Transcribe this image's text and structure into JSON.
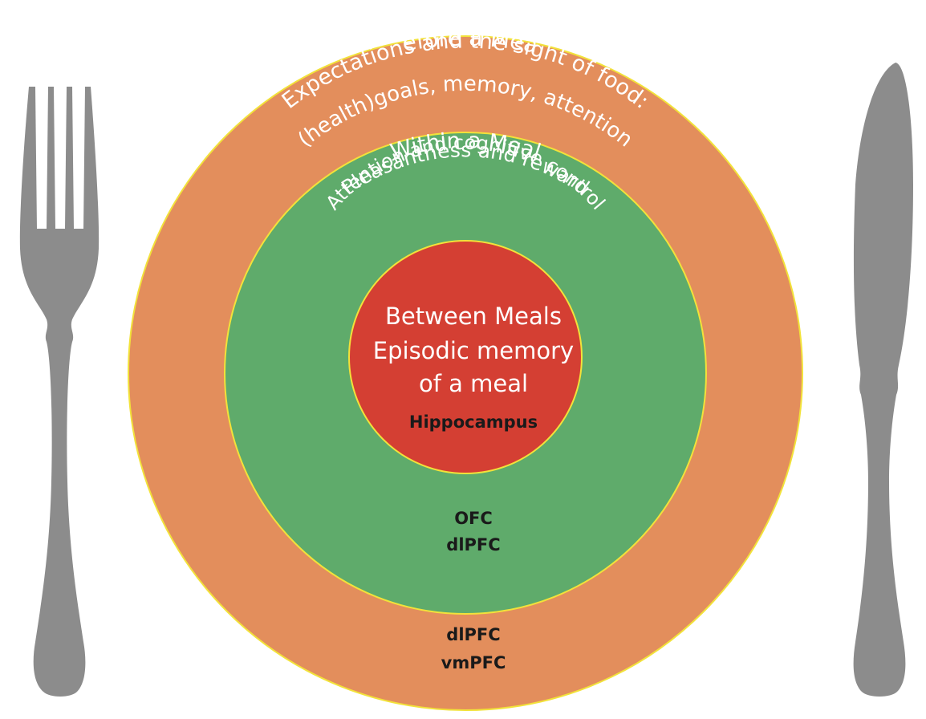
{
  "colors": {
    "outer_ring": "#e38e5c",
    "middle_ring": "#5fab6b",
    "inner_circle": "#d43f33",
    "ring_edge": "#f2e23a",
    "cutlery": "#8c8c8c"
  },
  "icons": [
    "fork-icon",
    "knife-icon"
  ],
  "outer": {
    "title": "Before a Meal",
    "line1": "Expectations and the sight of food:",
    "line2": "(health)goals, memory, attention",
    "region1": "dlPFC",
    "region2": "vmPFC"
  },
  "middle": {
    "title": "Within a Meal",
    "line1": "Pleasantness and reward",
    "line2": "Attention and cognitive control",
    "region1": "OFC",
    "region2": "dlPFC"
  },
  "inner": {
    "line1": "Between Meals",
    "line2": "Episodic memory",
    "line3": "of a meal",
    "region": "Hippocampus"
  }
}
